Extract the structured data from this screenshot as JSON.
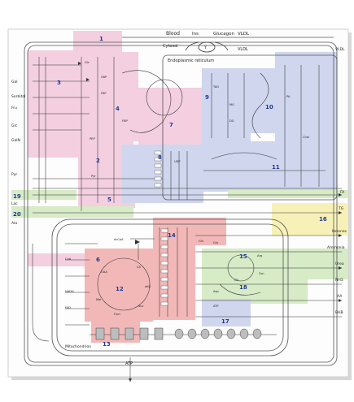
{
  "header": {
    "blood": "Blood",
    "cytosol": "Cytosol",
    "er": "Endoplasmic reticulum",
    "ins": "Ins",
    "glucagon": "Glucagon",
    "vldl_top": "VLDL",
    "vldl_mid": "VLDL",
    "mitochondrion": "Mitochondrion"
  },
  "regions": [
    {
      "id": "1",
      "color": "#f3cfe0"
    },
    {
      "id": "2",
      "color": "#f3cfe0"
    },
    {
      "id": "3",
      "color": "#f3cfe0"
    },
    {
      "id": "4",
      "color": "#f3cfe0"
    },
    {
      "id": "5",
      "color": "#f3cfe0"
    },
    {
      "id": "6",
      "color": "#f3cfe0"
    },
    {
      "id": "7",
      "color": "#f3cfe0"
    },
    {
      "id": "8",
      "color": "#cfd6ee"
    },
    {
      "id": "9",
      "color": "#cfd6ee"
    },
    {
      "id": "10",
      "color": "#cfd6ee"
    },
    {
      "id": "11",
      "color": "#cfd6ee"
    },
    {
      "id": "12",
      "color": "#f2b8b8"
    },
    {
      "id": "13",
      "color": "#f2b8b8"
    },
    {
      "id": "14",
      "color": "#f2b8b8"
    },
    {
      "id": "15",
      "color": "#d6ebc6"
    },
    {
      "id": "16",
      "color": "#f7f1b8"
    },
    {
      "id": "17",
      "color": "#cfd6ee"
    },
    {
      "id": "18",
      "color": "#d6ebc6"
    },
    {
      "id": "19",
      "color": "#d6ebc6"
    },
    {
      "id": "20",
      "color": "#d6ebc6"
    }
  ],
  "left_metabolites": [
    "Gal",
    "Sorbitol",
    "Fru",
    "Glc",
    "GalN",
    "Pyr",
    "Lac",
    "Ala"
  ],
  "right_metabolites": [
    "FA",
    "VLDL",
    "TG",
    "Ketones",
    "Ammonia",
    "Urea",
    "NH3",
    "BHB",
    "AA"
  ],
  "inner_labels": [
    "Glc",
    "G6P",
    "F6P",
    "FBP",
    "PEP",
    "Pyr",
    "AcCoA",
    "OAA",
    "Cit",
    "Mal",
    "Fum",
    "Suc",
    "aKG",
    "Glu",
    "Gln",
    "Asp",
    "Arg",
    "Orn",
    "Cit",
    "ATP",
    "NADH",
    "FAD",
    "CoA",
    "TAG",
    "MG",
    "DG",
    "PA",
    "Chol",
    "UDP"
  ],
  "bottom_label": "ATP",
  "colors": {
    "pink": "#f3cfe0",
    "red": "#f2b8b8",
    "blue": "#cfd6ee",
    "green": "#d6ebc6",
    "yellow": "#f7f1b8",
    "line": "#333333",
    "number": "#1f3a8f"
  }
}
